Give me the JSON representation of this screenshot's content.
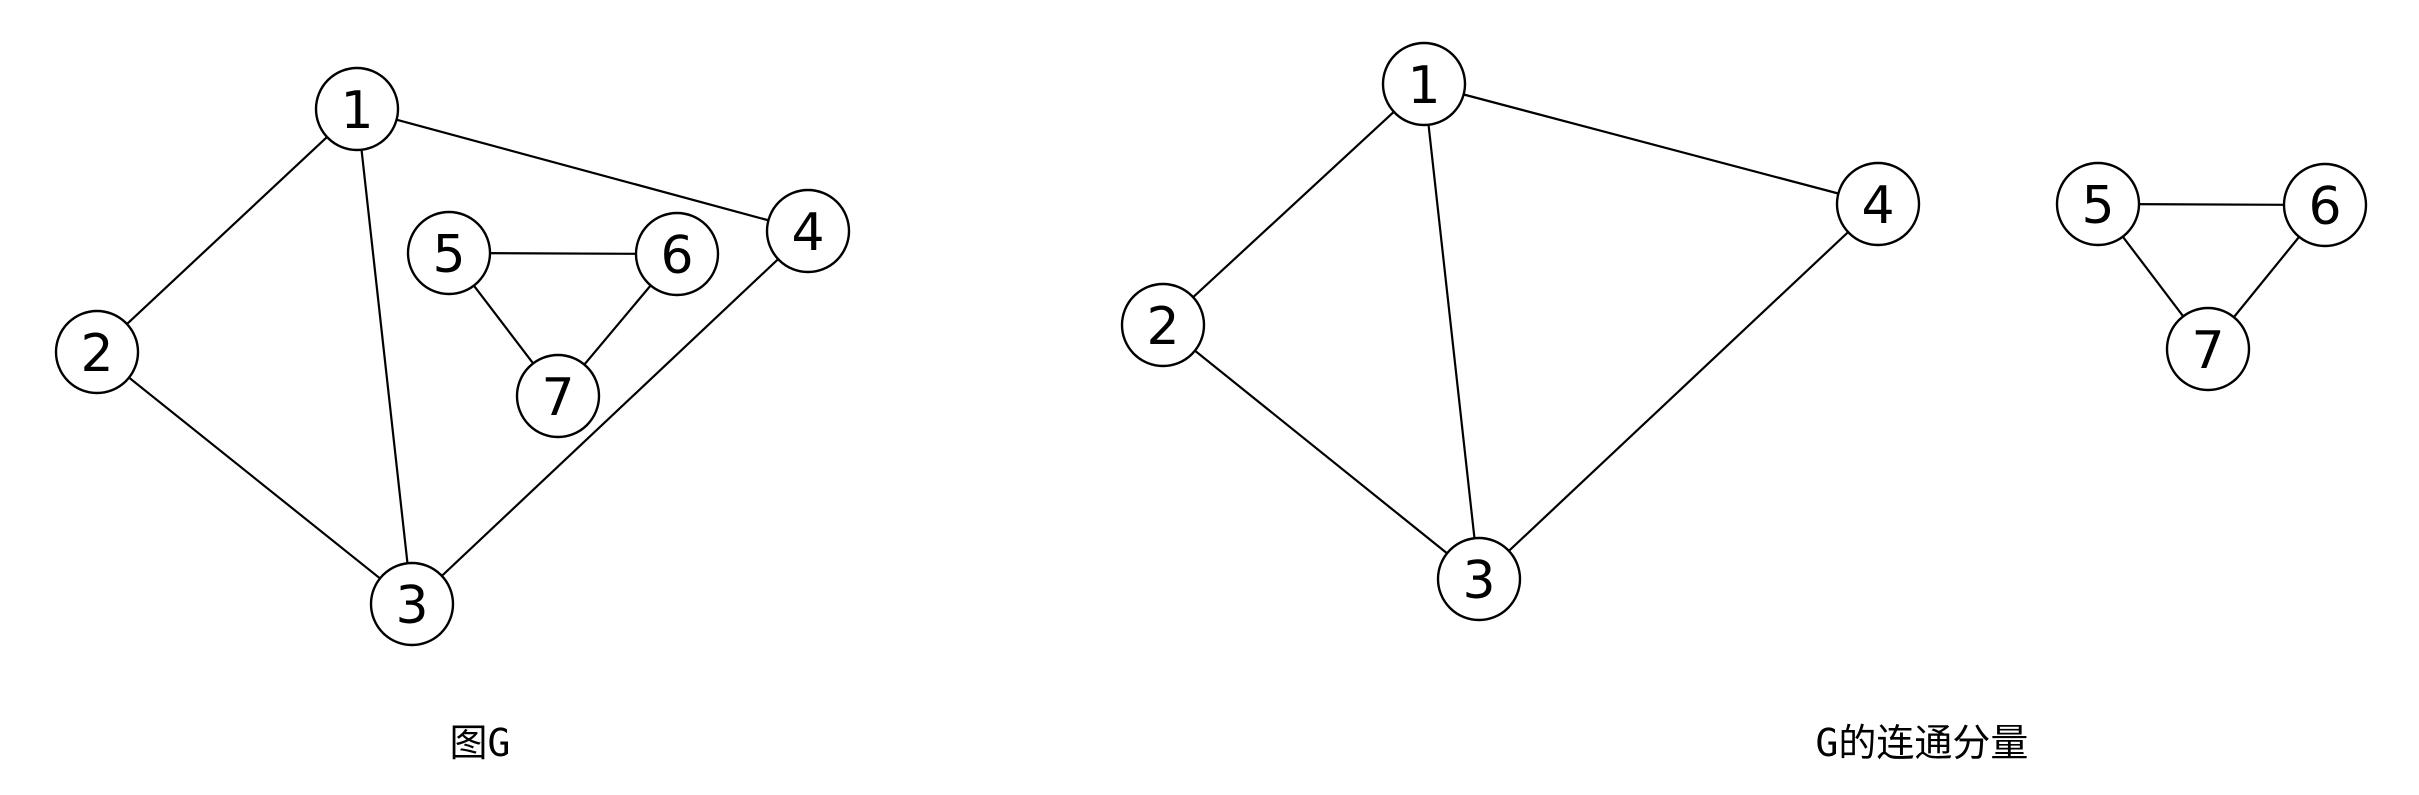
{
  "diagrams": [
    {
      "caption": "图G",
      "nodes": [
        "1",
        "2",
        "3",
        "4",
        "5",
        "6",
        "7"
      ],
      "edges": [
        [
          "1",
          "2"
        ],
        [
          "1",
          "3"
        ],
        [
          "1",
          "4"
        ],
        [
          "2",
          "3"
        ],
        [
          "3",
          "4"
        ],
        [
          "5",
          "6"
        ],
        [
          "5",
          "7"
        ],
        [
          "6",
          "7"
        ]
      ]
    },
    {
      "caption": "G的连通分量",
      "nodes": [
        "1",
        "2",
        "3",
        "4",
        "5",
        "6",
        "7"
      ],
      "edges": [
        [
          "1",
          "2"
        ],
        [
          "1",
          "3"
        ],
        [
          "1",
          "4"
        ],
        [
          "2",
          "3"
        ],
        [
          "3",
          "4"
        ],
        [
          "5",
          "6"
        ],
        [
          "5",
          "7"
        ],
        [
          "6",
          "7"
        ]
      ]
    }
  ]
}
